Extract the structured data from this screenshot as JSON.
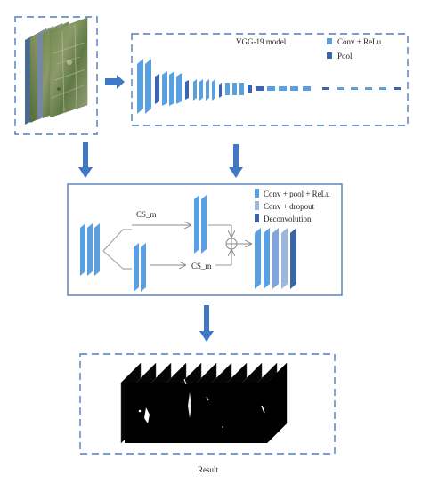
{
  "vgg": {
    "title": "VGG-19 model",
    "legend": [
      {
        "label": "Conv + ReLu",
        "color": "#5aa0df"
      },
      {
        "label": "Pool",
        "color": "#3c64b4"
      }
    ]
  },
  "fusion": {
    "cs_top": "CS_m",
    "cs_bottom": "CS_m",
    "legend": [
      {
        "label": "Conv + pool + ReLu",
        "color": "#5aa0df"
      },
      {
        "label": "Conv + dropout",
        "color": "#9bb7de"
      },
      {
        "label": "Deconvolution",
        "color": "#3c64a6"
      }
    ]
  },
  "result": {
    "caption": "Result"
  },
  "colors": {
    "border": "#4f7cc0",
    "arrow": "#3f78c4",
    "conv": "#5aa0df",
    "pool": "#3c64b4",
    "dropout": "#9bb7de",
    "deconv": "#3c64a6"
  }
}
